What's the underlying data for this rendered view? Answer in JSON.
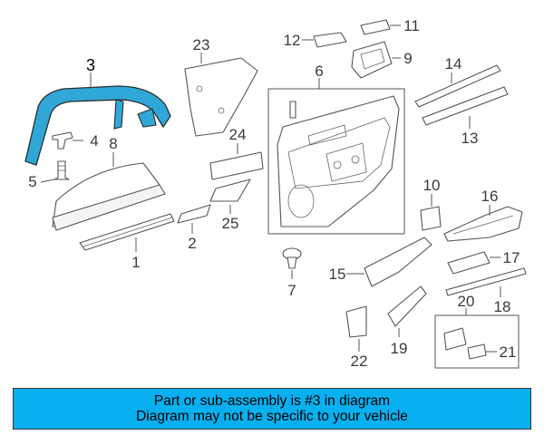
{
  "diagram": {
    "highlight_color": "#2fa8d8",
    "callouts": {
      "c1": "1",
      "c2": "2",
      "c3": "3",
      "c4": "4",
      "c5": "5",
      "c6": "6",
      "c7": "7",
      "c8": "8",
      "c9": "9",
      "c10": "10",
      "c11": "11",
      "c12": "12",
      "c13": "13",
      "c14": "14",
      "c15": "15",
      "c16": "16",
      "c17": "17",
      "c18": "18",
      "c19": "19",
      "c20": "20",
      "c21": "21",
      "c22": "22",
      "c23": "23",
      "c24": "24",
      "c25": "25"
    }
  },
  "banner": {
    "background": "#09b0ef",
    "line1": "Part or sub-assembly is #3 in diagram",
    "line2": "Diagram may not be specific to your vehicle"
  }
}
